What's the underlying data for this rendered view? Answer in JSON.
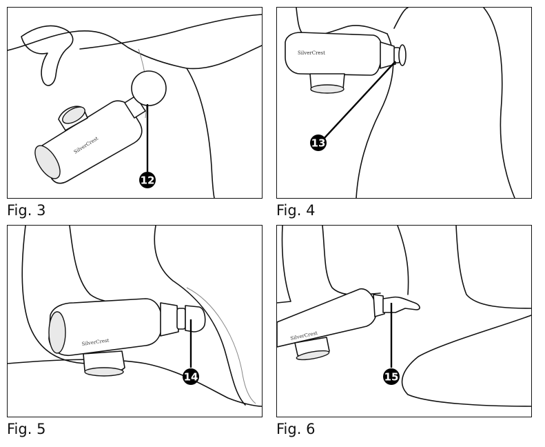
{
  "figures": [
    {
      "caption": "Fig. 3",
      "callout": "12",
      "brand": "SilverCrest"
    },
    {
      "caption": "Fig. 4",
      "callout": "13",
      "brand": "SilverCrest"
    },
    {
      "caption": "Fig. 5",
      "callout": "14",
      "brand": "SilverCrest"
    },
    {
      "caption": "Fig. 6",
      "callout": "15",
      "brand": "SilverCrest"
    }
  ]
}
